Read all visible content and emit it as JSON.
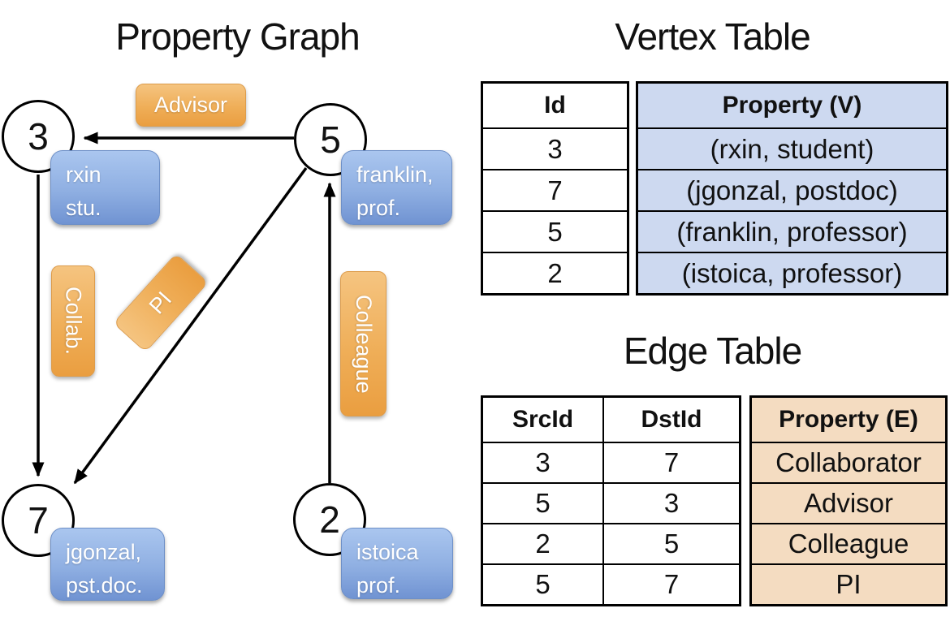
{
  "graph": {
    "title": "Property Graph",
    "nodes": {
      "n3": {
        "id": "3",
        "line1": "rxin",
        "line2": "stu."
      },
      "n5": {
        "id": "5",
        "line1": "franklin,",
        "line2": "prof."
      },
      "n7": {
        "id": "7",
        "line1": "jgonzal,",
        "line2": "pst.doc."
      },
      "n2": {
        "id": "2",
        "line1": "istoica",
        "line2": "prof."
      }
    },
    "edge_labels": {
      "advisor": "Advisor",
      "collab": "Collab.",
      "pi": "PI",
      "colleague": "Colleague"
    }
  },
  "vertex_table": {
    "title": "Vertex Table",
    "columns": [
      "Id",
      "Property (V)"
    ],
    "rows": [
      {
        "id": "3",
        "property": "(rxin, student)"
      },
      {
        "id": "7",
        "property": "(jgonzal, postdoc)"
      },
      {
        "id": "5",
        "property": "(franklin, professor)"
      },
      {
        "id": "2",
        "property": "(istoica, professor)"
      }
    ]
  },
  "edge_table": {
    "title": "Edge Table",
    "columns": [
      "SrcId",
      "DstId",
      "Property (E)"
    ],
    "rows": [
      {
        "src": "3",
        "dst": "7",
        "property": "Collaborator"
      },
      {
        "src": "5",
        "dst": "3",
        "property": "Advisor"
      },
      {
        "src": "2",
        "dst": "5",
        "property": "Colleague"
      },
      {
        "src": "5",
        "dst": "7",
        "property": "PI"
      }
    ]
  },
  "colors": {
    "vertex_cell_blue": "#cdd9f0",
    "edge_cell_orange": "#f4dcc1",
    "node_box_blue_top": "#aac6ef",
    "node_box_blue_bottom": "#7093d2",
    "edge_label_orange_top": "#f5c480",
    "edge_label_orange_bottom": "#ea9e40",
    "line_black": "#000000"
  }
}
